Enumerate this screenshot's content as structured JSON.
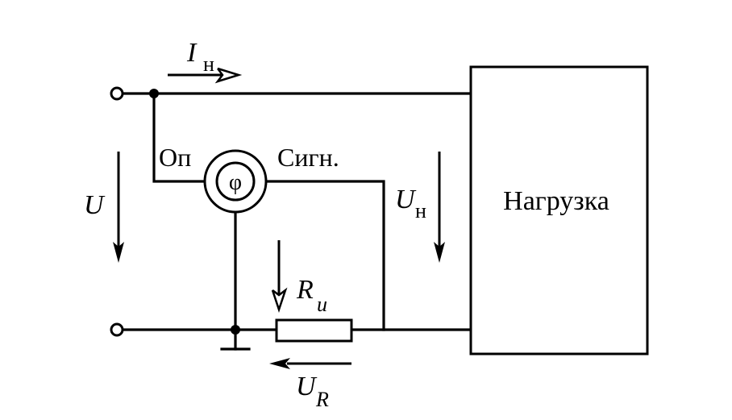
{
  "diagram": {
    "type": "circuit-schematic",
    "labels": {
      "current_symbol": "I",
      "current_subscript": "н",
      "voltage_symbol": "U",
      "load_voltage_symbol": "U",
      "load_voltage_subscript": "н",
      "resistor_symbol": "R",
      "resistor_subscript": "и",
      "resistor_voltage_symbol": "U",
      "resistor_voltage_subscript": "R",
      "reference_input": "Оп",
      "signal_input": "Сигн.",
      "phase_meter_symbol": "φ",
      "load": "Нагрузка"
    },
    "components": [
      {
        "id": "input-terminal-top",
        "kind": "terminal"
      },
      {
        "id": "input-terminal-bottom",
        "kind": "terminal"
      },
      {
        "id": "phase-meter",
        "kind": "phase-meter",
        "symbol": "φ"
      },
      {
        "id": "shunt-resistor",
        "kind": "resistor",
        "label": "Rи"
      },
      {
        "id": "load",
        "kind": "block",
        "label": "Нагрузка"
      },
      {
        "id": "ground",
        "kind": "ground"
      }
    ]
  }
}
